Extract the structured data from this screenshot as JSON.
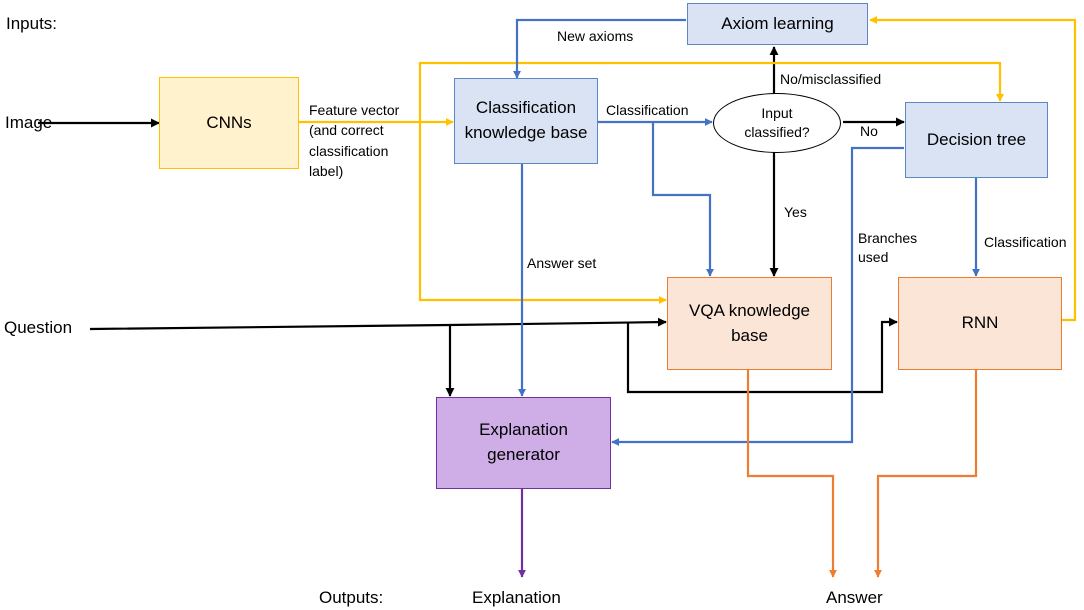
{
  "labels": {
    "inputs": "Inputs:",
    "outputs": "Outputs:",
    "image": "Image",
    "question": "Question",
    "explanation": "Explanation",
    "answer": "Answer"
  },
  "nodes": {
    "cnns": "CNNs",
    "classification_kb": "Classification knowledge base",
    "axiom_learning": "Axiom learning",
    "input_classified": "Input classified?",
    "decision_tree": "Decision tree",
    "vqa_kb": "VQA knowledge base",
    "rnn": "RNN",
    "explanation_generator": "Explanation generator"
  },
  "edge_labels": {
    "feature_vector": "Feature vector (and correct classification label)",
    "classification_1": "Classification",
    "new_axioms": "New axioms",
    "no_misclassified": "No/misclassified",
    "no": "No",
    "yes": "Yes",
    "answer_set": "Answer set",
    "branches_used": "Branches used",
    "classification_2": "Classification"
  },
  "colors": {
    "blue_arrow": "#4472c4",
    "yellow_arrow": "#ffc000",
    "orange_arrow": "#ed7d31",
    "purple_arrow": "#7030a0",
    "black_arrow": "#000000"
  }
}
